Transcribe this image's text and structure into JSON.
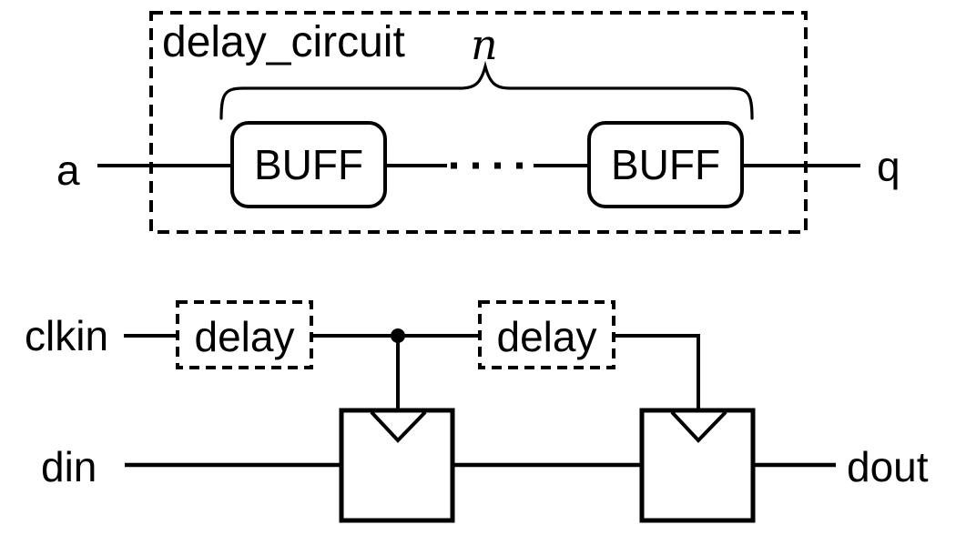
{
  "colors": {
    "background": "#ffffff",
    "ink": "#000000"
  },
  "top_diagram": {
    "title_label": "delay_circuit",
    "repeat_count_label": "n",
    "input_port": "a",
    "output_port": "q",
    "buffers": [
      {
        "label": "BUFF"
      },
      {
        "label": "BUFF"
      }
    ],
    "ellipsis_dot_count": 4
  },
  "bottom_diagram": {
    "clock_input": "clkin",
    "data_input": "din",
    "data_output": "dout",
    "delay_blocks": [
      {
        "label": "delay"
      },
      {
        "label": "delay"
      }
    ],
    "flipflop_count": 2
  }
}
